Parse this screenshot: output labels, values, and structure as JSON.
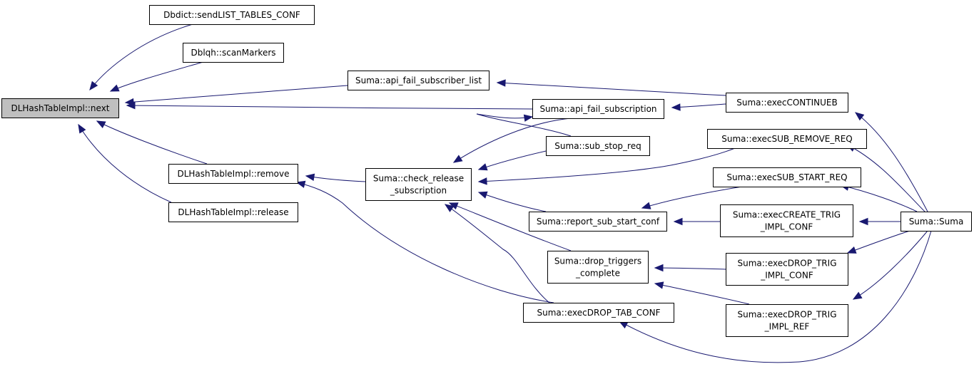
{
  "nodes": [
    {
      "id": "next",
      "lines": [
        "DLHashTableImpl::next"
      ],
      "current": true
    },
    {
      "id": "sendLIST",
      "lines": [
        "Dbdict::sendLIST_TABLES_CONF"
      ]
    },
    {
      "id": "scanMarkers",
      "lines": [
        "Dblqh::scanMarkers"
      ]
    },
    {
      "id": "remove",
      "lines": [
        "DLHashTableImpl::remove"
      ]
    },
    {
      "id": "release",
      "lines": [
        "DLHashTableImpl::release"
      ]
    },
    {
      "id": "apiFailList",
      "lines": [
        "Suma::api_fail_subscriber_list"
      ]
    },
    {
      "id": "apiFailSub",
      "lines": [
        "Suma::api_fail_subscription"
      ]
    },
    {
      "id": "checkRelease",
      "lines": [
        "Suma::check_release",
        "_subscription"
      ]
    },
    {
      "id": "subStop",
      "lines": [
        "Suma::sub_stop_req"
      ]
    },
    {
      "id": "reportSub",
      "lines": [
        "Suma::report_sub_start_conf"
      ]
    },
    {
      "id": "dropTrig",
      "lines": [
        "Suma::drop_triggers",
        "_complete"
      ]
    },
    {
      "id": "execDropTab",
      "lines": [
        "Suma::execDROP_TAB_CONF"
      ]
    },
    {
      "id": "execCont",
      "lines": [
        "Suma::execCONTINUEB"
      ]
    },
    {
      "id": "execSubRemove",
      "lines": [
        "Suma::execSUB_REMOVE_REQ"
      ]
    },
    {
      "id": "execSubStart",
      "lines": [
        "Suma::execSUB_START_REQ"
      ]
    },
    {
      "id": "execCreateTrig",
      "lines": [
        "Suma::execCREATE_TRIG",
        "_IMPL_CONF"
      ]
    },
    {
      "id": "execDropTrigConf",
      "lines": [
        "Suma::execDROP_TRIG",
        "_IMPL_CONF"
      ]
    },
    {
      "id": "execDropTrigRef",
      "lines": [
        "Suma::execDROP_TRIG",
        "_IMPL_REF"
      ]
    },
    {
      "id": "suma",
      "lines": [
        "Suma::Suma"
      ]
    }
  ],
  "edges": [
    {
      "from": "sendLIST",
      "to": "next"
    },
    {
      "from": "scanMarkers",
      "to": "next"
    },
    {
      "from": "apiFailList",
      "to": "next"
    },
    {
      "from": "apiFailSub",
      "to": "next"
    },
    {
      "from": "remove",
      "to": "next"
    },
    {
      "from": "release",
      "to": "next"
    },
    {
      "from": "checkRelease",
      "to": "remove"
    },
    {
      "from": "execDropTab",
      "to": "remove"
    },
    {
      "from": "execCont",
      "to": "apiFailList"
    },
    {
      "from": "execCont",
      "to": "apiFailSub"
    },
    {
      "from": "subStop",
      "to": "apiFailSub"
    },
    {
      "from": "apiFailSub",
      "to": "checkRelease"
    },
    {
      "from": "subStop",
      "to": "checkRelease"
    },
    {
      "from": "execSubRemove",
      "to": "checkRelease"
    },
    {
      "from": "reportSub",
      "to": "checkRelease"
    },
    {
      "from": "dropTrig",
      "to": "checkRelease"
    },
    {
      "from": "execDropTab",
      "to": "checkRelease"
    },
    {
      "from": "execSubStart",
      "to": "reportSub"
    },
    {
      "from": "execCreateTrig",
      "to": "reportSub"
    },
    {
      "from": "execDropTrigConf",
      "to": "dropTrig"
    },
    {
      "from": "execDropTrigRef",
      "to": "dropTrig"
    },
    {
      "from": "suma",
      "to": "execCont"
    },
    {
      "from": "suma",
      "to": "execSubRemove"
    },
    {
      "from": "suma",
      "to": "execSubStart"
    },
    {
      "from": "suma",
      "to": "execCreateTrig"
    },
    {
      "from": "suma",
      "to": "execDropTrigConf"
    },
    {
      "from": "suma",
      "to": "execDropTrigRef"
    },
    {
      "from": "suma",
      "to": "execDropTab"
    }
  ],
  "colors": {
    "edge": "#191970",
    "current_fill": "#bfbfbf",
    "box_fill": "#ffffff",
    "border": "#000000"
  }
}
